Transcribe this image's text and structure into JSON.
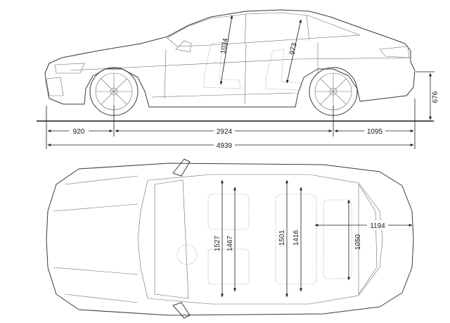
{
  "dimensions": {
    "front_overhang": "920",
    "wheelbase": "2924",
    "rear_overhang": "1095",
    "overall_length": "4939",
    "overall_height": "676",
    "front_headroom": "1034",
    "rear_headroom": "973",
    "front_shoulder_width": "1527",
    "front_elbow_width": "1467",
    "rear_shoulder_width": "1501",
    "rear_elbow_width": "1416",
    "trunk_length": "1194",
    "trunk_width": "1050"
  },
  "colors": {
    "line": "#3a3a3a",
    "dimension": "#1a1a1a",
    "background": "#ffffff"
  }
}
